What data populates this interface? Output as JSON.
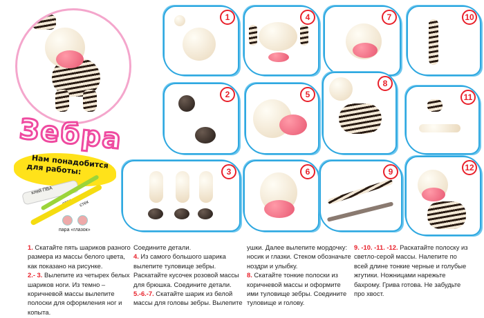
{
  "title": "Зебра",
  "materials": {
    "heading_line1": "Нам понадобится",
    "heading_line2": "для работы:",
    "items": [
      "клей ПВА",
      "стек",
      "стек",
      "пара «глазок»"
    ]
  },
  "steps": [
    "1",
    "2",
    "3",
    "4",
    "5",
    "6",
    "7",
    "8",
    "9",
    "10",
    "11",
    "12"
  ],
  "colors": {
    "accent_red": "#e8202a",
    "frame_blue": "#2fa8e0",
    "title_pink": "#ef4aa0",
    "banner_yellow": "#ffe21a"
  },
  "instructions": [
    {
      "num": "1.",
      "text": " Скатайте пять шариков разного размера из массы белого цвета, как показано на рисунке."
    },
    {
      "num": "2.- 3.",
      "text": " Вылепите из четырех белых шариков ноги.  Из темно – коричневой массы вылепите полоски для оформления ног и копыта."
    },
    {
      "pre": "Соедините детали.",
      "num": "4.",
      "text": " Из самого большого шарика вылепите туловище зебры. Раскатайте кусочек розовой массы для брюшка. Соедините детали."
    },
    {
      "num": "5.-6.-7.",
      "text": " Скатайте шарик из белой массы для головы зебры. Вылепите"
    },
    {
      "pre": "ушки.  Далее вылепите мордочку: носик и глазки. Стеком обозначьте ноздри и улыбку.",
      "num": "8.",
      "text": " Скатайте тонкие полоски из коричневой массы и оформите ими туловище зебры. Соедините туловище и голову."
    },
    {
      "num": "9. -10. -11. -12.",
      "text": " Раскатайте полоску из светло-серой массы. Налепите по всей длине тонкие черные и голубые  жгутики. Ножницами нарежьте бахрому. Грива готова. Не забудьте про хвост."
    }
  ]
}
